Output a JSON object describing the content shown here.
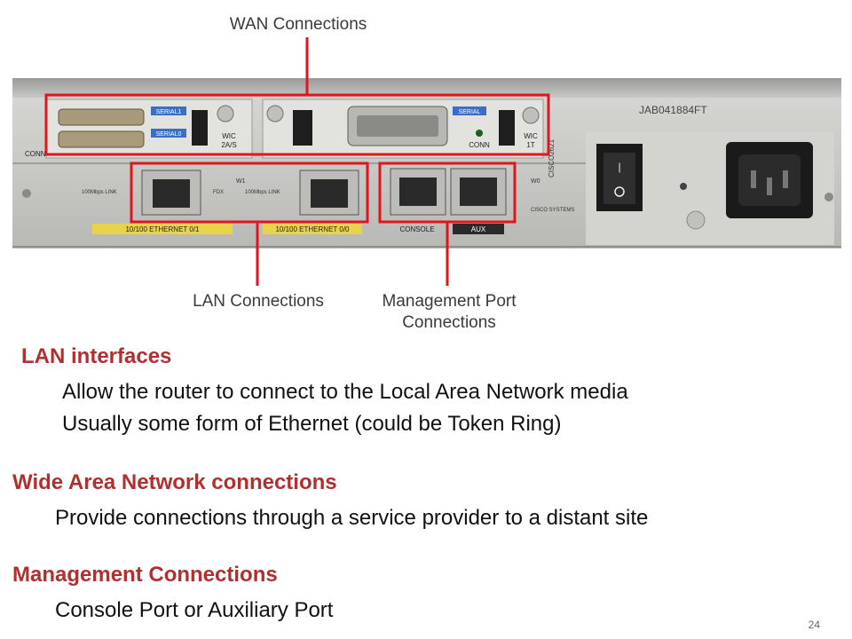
{
  "figure": {
    "callouts": {
      "wan": "WAN Connections",
      "lan": "LAN Connections",
      "management_line1": "Management Port",
      "management_line2": "Connections"
    },
    "port_labels": {
      "serial1": "SERIAL1",
      "serial0": "SERIAL0",
      "serial": "SERIAL",
      "conn": "CONN",
      "wic_2as_line1": "WIC",
      "wic_2as_line2": "2A/S",
      "wic_1t_line1": "WIC",
      "wic_1t_line2": "1T",
      "serial_number": "JAB041884FT",
      "link_100mbps": "100Mbps LINK",
      "fdx": "FDX",
      "w1": "W1",
      "w0": "W0",
      "eth_0_1": "10/100 ETHERNET 0/1",
      "eth_0_0": "10/100 ETHERNET 0/0",
      "console": "CONSOLE",
      "aux": "AUX",
      "model": "CISCO2621",
      "brand": "CISCO SYSTEMS"
    },
    "highlight_color": "#e0161e"
  },
  "sections": [
    {
      "heading": "LAN interfaces",
      "lines": [
        "Allow the router to connect to the Local Area Network media",
        "Usually some form of Ethernet (could be Token Ring)"
      ]
    },
    {
      "heading": "Wide Area Network connections",
      "lines": [
        "Provide connections through a service provider to a distant site"
      ]
    },
    {
      "heading": "Management Connections",
      "lines": [
        "Console Port or Auxiliary Port"
      ]
    }
  ],
  "page_number": "24"
}
